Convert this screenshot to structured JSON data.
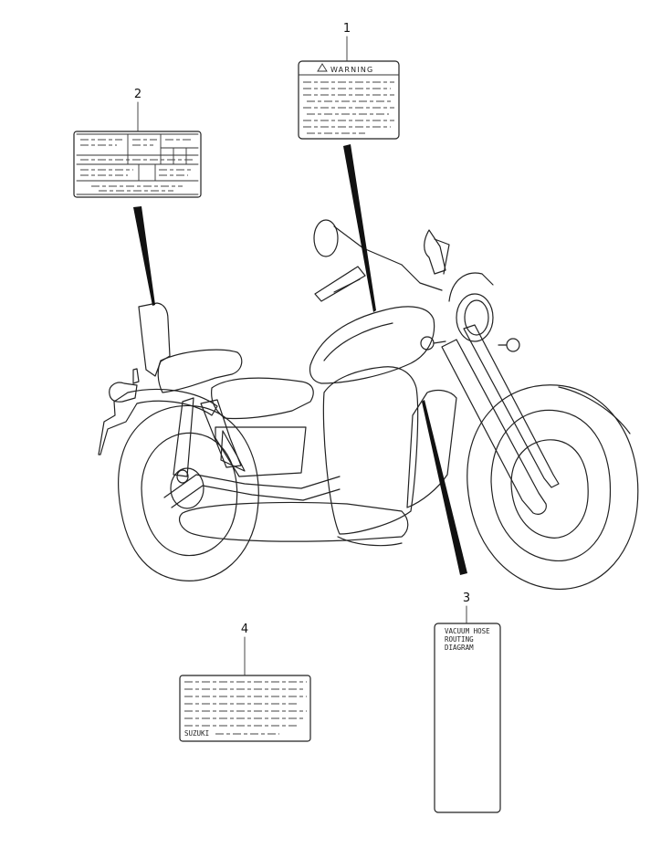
{
  "callouts": [
    {
      "number": "1"
    },
    {
      "number": "2"
    },
    {
      "number": "3"
    },
    {
      "number": "4"
    }
  ],
  "labels": {
    "warning_label": {
      "heading": "WARNING"
    },
    "vacuum_label": {
      "line1": "VACUUM HOSE",
      "line2": "ROUTING",
      "line3": "DIAGRAM"
    },
    "info_label": {
      "brand": "SUZUKI"
    }
  }
}
